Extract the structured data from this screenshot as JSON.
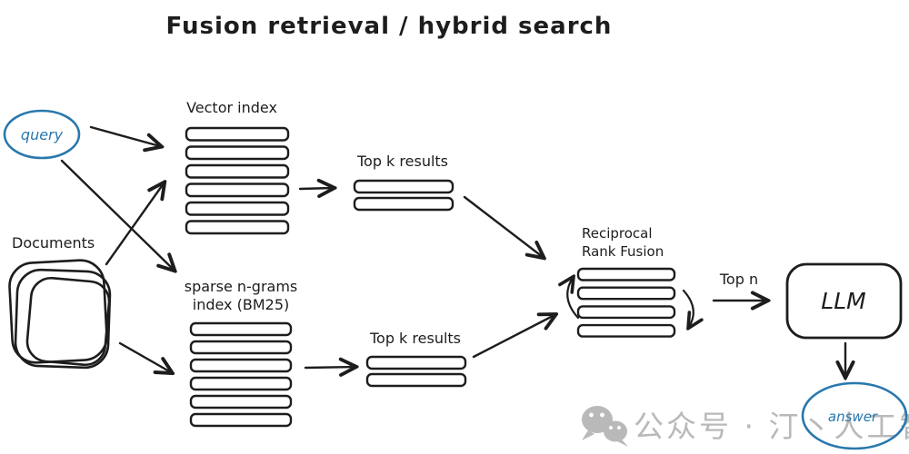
{
  "title": "Fusion retrieval / hybrid search",
  "colors": {
    "ink": "#1d1d1d",
    "accent_blue": "#2878ad",
    "watermark_gray": "#b9b9b9",
    "bar_fill": "#ffffff"
  },
  "nodes": {
    "query": {
      "label": "query"
    },
    "documents": {
      "label": "Documents"
    },
    "vector_index": {
      "label": "Vector index",
      "bars": 6
    },
    "sparse_index": {
      "label_line1": "sparse n-grams",
      "label_line2": "index (BM25)",
      "bars": 6
    },
    "top_k_upper": {
      "label": "Top k results",
      "bars": 2
    },
    "top_k_lower": {
      "label": "Top k results",
      "bars": 2
    },
    "rrf": {
      "label_line1": "Reciprocal",
      "label_line2": "Rank Fusion",
      "bars": 4
    },
    "top_n": {
      "label": "Top n"
    },
    "llm": {
      "label": "LLM"
    },
    "answer": {
      "label": "answer"
    }
  },
  "edges": [
    "query to vector index",
    "query to sparse index",
    "documents to vector index",
    "documents to sparse index",
    "vector index to top k results",
    "sparse index to top k results",
    "top k results to reciprocal rank fusion (x2)",
    "reciprocal rank fusion to llm (Top n)",
    "llm to answer"
  ],
  "watermark": {
    "icon": "wechat-icon",
    "text": "公众号 · 汀丶人工智能"
  }
}
